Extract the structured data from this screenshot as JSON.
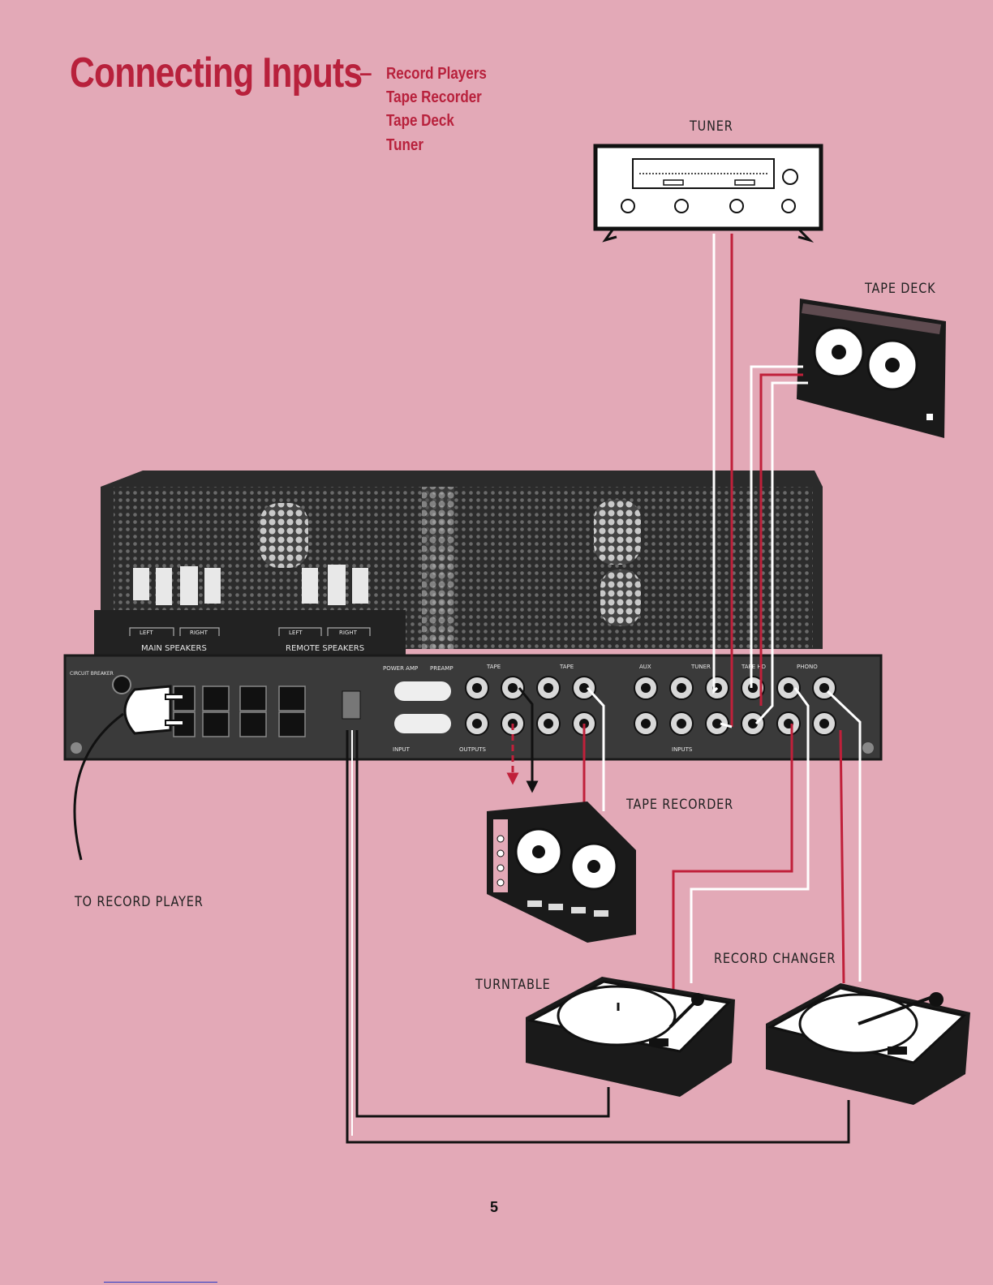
{
  "header": {
    "title": "Connecting Inputs",
    "dash": "–",
    "subtitles": [
      "Record Players",
      "Tape Recorder",
      "Tape Deck",
      "Tuner"
    ]
  },
  "devices": {
    "tuner": "TUNER",
    "tape_deck": "TAPE DECK",
    "tape_recorder": "TAPE RECORDER",
    "to_record_player": "TO RECORD PLAYER",
    "turntable": "TURNTABLE",
    "record_changer": "RECORD CHANGER"
  },
  "amplifier_panel": {
    "main_speakers": "MAIN SPEAKERS",
    "remote_speakers": "REMOTE SPEAKERS",
    "left": "LEFT",
    "right": "RIGHT",
    "circuit_breaker": "CIRCUIT BREAKER",
    "power_amp": "POWER AMP",
    "preamp": "PREAMP",
    "input": "INPUT",
    "outputs": "OUTPUTS",
    "inputs": "INPUTS",
    "tape": "TAPE",
    "aux": "AUX",
    "tuner": "TUNER",
    "tape_hd": "TAPE HD",
    "phono": "PHONO"
  },
  "page_number": "5",
  "colors": {
    "page": "#e3a9b7",
    "title": "#b8213c",
    "wire_red": "#c0203a",
    "wire_white": "#ffffff",
    "ink": "#1a1a1a"
  }
}
